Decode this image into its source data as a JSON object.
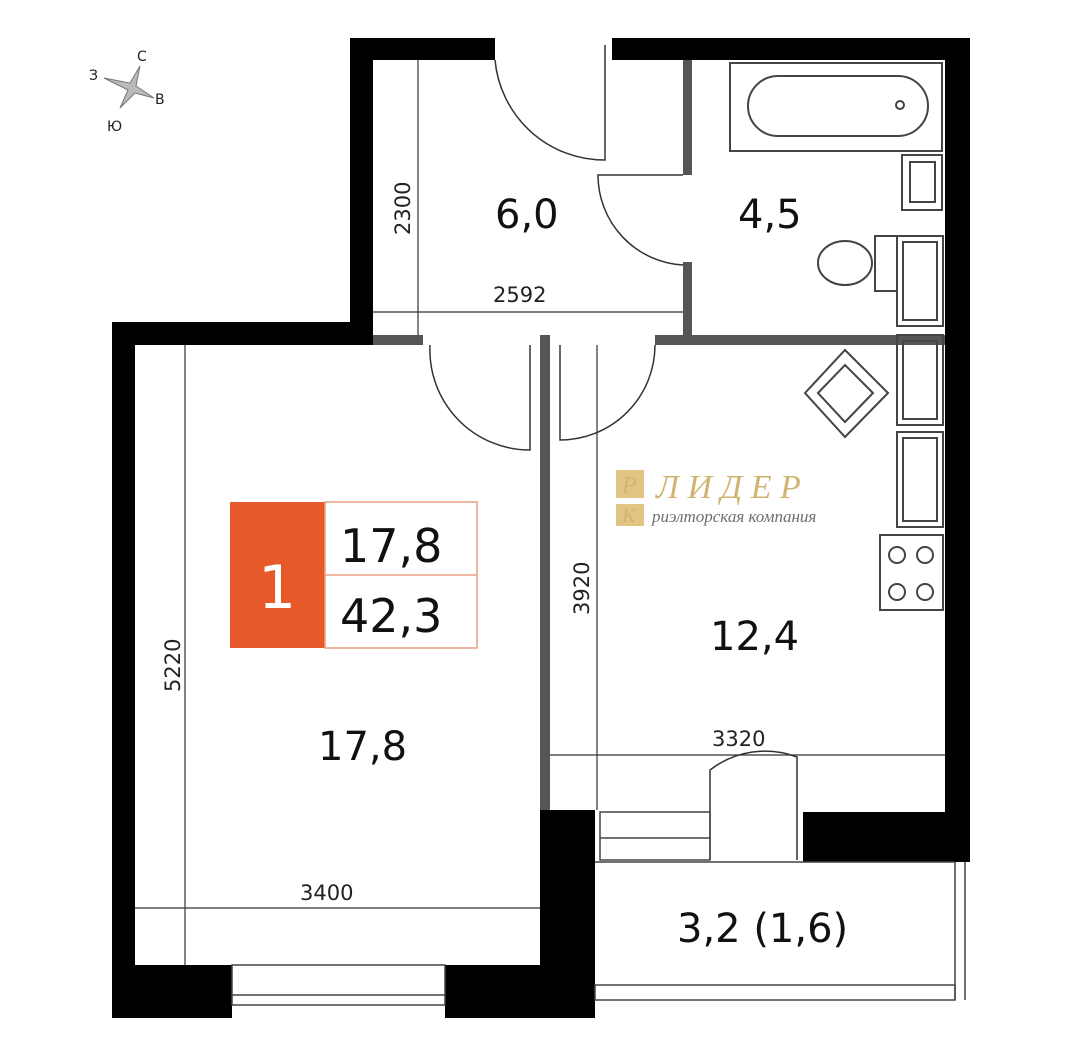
{
  "compass": {
    "north": "С",
    "west": "З",
    "east": "В",
    "south": "Ю"
  },
  "rooms": {
    "hall": {
      "area": "6,0"
    },
    "bathroom": {
      "area": "4,5"
    },
    "living_room": {
      "area": "17,8"
    },
    "kitchen": {
      "area": "12,4"
    },
    "balcony": {
      "area": "3,2 (1,6)"
    }
  },
  "dimensions": {
    "hall_height": "2300",
    "hall_width": "2592",
    "living_height": "5220",
    "living_width": "3400",
    "kitchen_height": "3920",
    "kitchen_width": "3320"
  },
  "summary": {
    "rooms_count": "1",
    "living_area": "17,8",
    "total_area": "42,3",
    "accent_color": "#e8592a"
  },
  "watermark": {
    "letter": "Р",
    "name": "Л И Д Е Р",
    "letter2": "К",
    "tagline": "риэлторская компания"
  }
}
